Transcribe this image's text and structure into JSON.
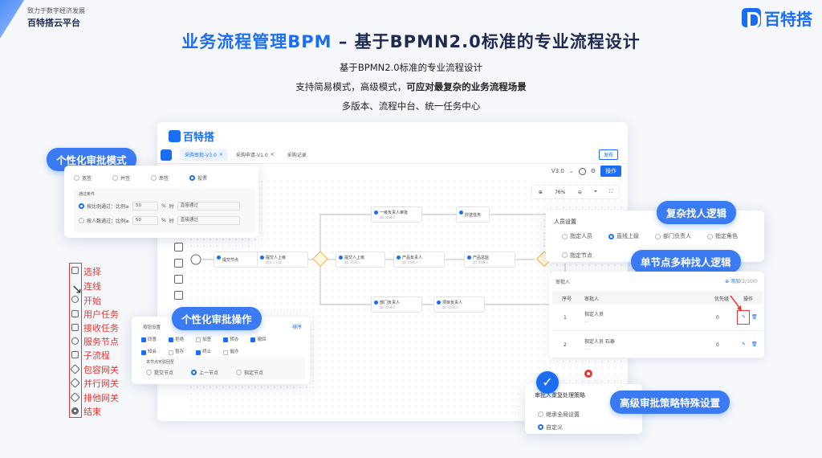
{
  "corner": {
    "tagline": "致力于数字经济发展",
    "name": "百特搭云平台"
  },
  "brand": {
    "name": "百特搭"
  },
  "headline": {
    "part1": "业务流程管理BPM",
    "part2": " – 基于BPMN2.0标准的专业流程设计"
  },
  "sublines": {
    "l1": "基于BPMN2.0标准的专业流程设计",
    "l2a": "支持简易模式，高级模式，",
    "l2b": "可应对最复杂的业务流程场景",
    "l3": "多版本、流程中台、统一任务中心"
  },
  "app": {
    "logo": "百特搭",
    "tabs": [
      "采购审批-V3.0",
      "采购申请-V1.0",
      "采购记录"
    ],
    "publish": "发布",
    "version": "V3.0",
    "operate": "操作",
    "zoom": "76%",
    "nodes": [
      {
        "label": "提交节点",
        "sub": ""
      },
      {
        "label": "提交人上级",
        "sub": "提交人上级"
      },
      {
        "label": "一级负责人审批",
        "sub": "部门负责人"
      },
      {
        "label": "提交人上级",
        "sub": "部门负责人"
      },
      {
        "label": "产品负责人",
        "sub": "部门负责人"
      },
      {
        "label": "产品总监",
        "sub": "部门负责人"
      },
      {
        "label": "部门负责人",
        "sub": "部门负责人"
      },
      {
        "label": "项目负责人",
        "sub": "部门负责人"
      },
      {
        "label": "抄送任务",
        "sub": ""
      }
    ]
  },
  "panel_mode": {
    "pill": "个性化审批模式",
    "modes": [
      "宽签",
      "并签",
      "串签",
      "投票"
    ],
    "cond_title": "通过条件",
    "row1": {
      "a": "按比例通过：比例≥",
      "v": "50",
      "unit": "%",
      "t": "时",
      "sel": "直接通过"
    },
    "row2": {
      "a": "按人数通过：比例≥",
      "v": "50",
      "unit": "%",
      "t": "时",
      "sel": "直接通过"
    }
  },
  "panel_ops": {
    "pill": "个性化审批操作",
    "title": "按钮设置",
    "link": "排序",
    "checks": [
      "同意",
      "拒绝",
      "加签",
      "转办",
      "撤回",
      "知会",
      "暂存",
      "终止",
      "催办"
    ],
    "back_title": "本节点可驳回至",
    "back": [
      "提交节点",
      "上一节点",
      "指定节点"
    ]
  },
  "panel_people": {
    "pill1": "复杂找人逻辑",
    "pill2": "单节点多种找人逻辑",
    "title": "人员设置",
    "opts": [
      "指定人员",
      "直线上级",
      "部门负责人",
      "指定角色",
      "指定节点"
    ],
    "approver_label": "审批人",
    "add": "添加",
    "count": "(2/100)",
    "headers": [
      "序号",
      "审批人",
      "优先级",
      "操作"
    ],
    "rows": [
      {
        "no": "1",
        "name": "指定人员",
        "more": "...",
        "pri": "0"
      },
      {
        "no": "2",
        "name": "指定人员 石泰",
        "more": "...",
        "pri": "0"
      }
    ]
  },
  "panel_strategy": {
    "pill": "高级审批策略特殊设置",
    "title": "审批人重复处理策略",
    "opts": [
      "继承全局设置",
      "自定义"
    ]
  },
  "legend": [
    "选择",
    "连线",
    "开始",
    "用户任务",
    "接收任务",
    "服务节点",
    "子流程",
    "包容网关",
    "并行网关",
    "排他网关",
    "结束"
  ],
  "colors": {
    "accent": "#1b6ef3",
    "highlight": "#e53935",
    "pill": "#3a7af3"
  }
}
